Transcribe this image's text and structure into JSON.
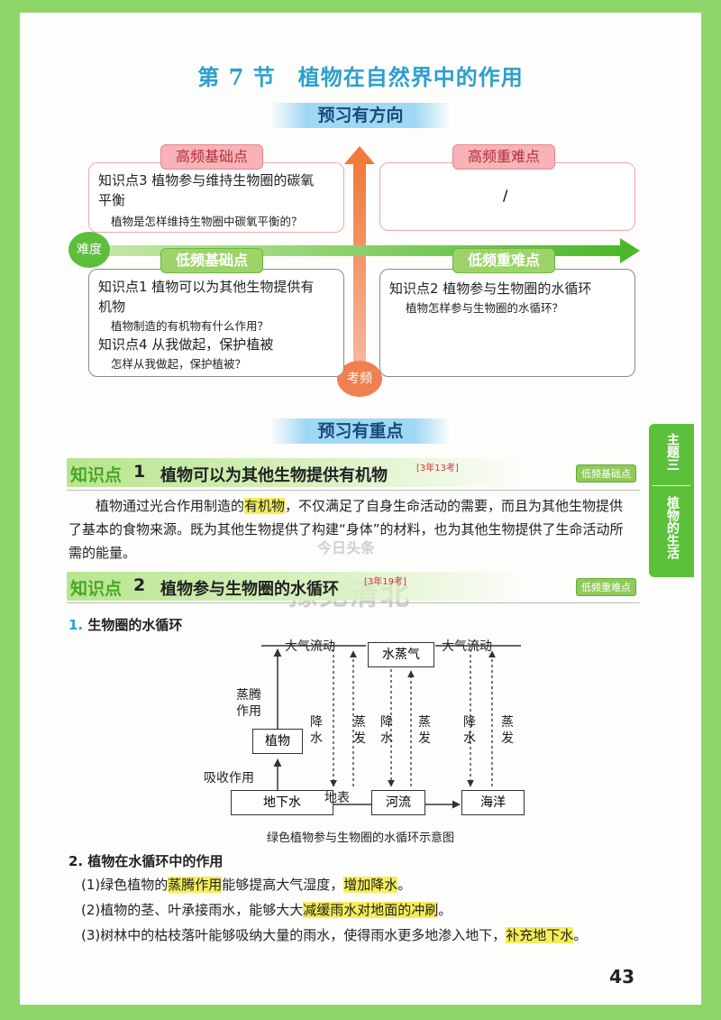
{
  "page_title": "第 7 节　植物在自然界中的作用",
  "preview_direction": {
    "banner": "预习有方向",
    "axis_y_label": "考频",
    "axis_x_label": "难度",
    "quadrants": {
      "high_basic": {
        "tag": "高频基础点",
        "lines": [
          "知识点3 植物参与维持生物圈的碳氧",
          "平衡"
        ],
        "question": "植物是怎样维持生物圈中碳氧平衡的？"
      },
      "high_hard": {
        "tag": "高频重难点",
        "content": "/"
      },
      "low_basic": {
        "tag": "低频基础点",
        "kp1_lines": [
          "知识点1 植物可以为其他生物提供有",
          "机物"
        ],
        "kp1_q": "植物制造的有机物有什么作用？",
        "kp4": "知识点4 从我做起，保护植被",
        "kp4_q": "怎样从我做起，保护植被？"
      },
      "low_hard": {
        "tag": "低频重难点",
        "kp2": "知识点2 植物参与生物圈的水循环",
        "kp2_q": "植物怎样参与生物圈的水循环？"
      }
    }
  },
  "preview_focus": {
    "banner": "预习有重点"
  },
  "side_tab": {
    "theme": "主题三",
    "chapter": "植物的生活"
  },
  "kp1": {
    "label": "知识点",
    "num": "1",
    "title": "植物可以为其他生物提供有机物",
    "sup": "[3年13考]",
    "freq": "低频基础点",
    "para_1": "植物通过光合作用制造的",
    "para_hl": "有机物",
    "para_2": "，不仅满足了自身生命活动的需要，而且为其他生物提供了基本的食物来源。既为其他生物提供了构建“身体”的材料，也为其他生物提供了生命活动所需的能量。"
  },
  "kp2": {
    "label": "知识点",
    "num": "2",
    "title": "植物参与生物圈的水循环",
    "sup": "[3年19考]",
    "freq": "低频重难点"
  },
  "section1": {
    "heading_num": "1.",
    "heading": "生物圈的水循环",
    "diagram": {
      "atm_flow_1": "大气流动",
      "atm_flow_2": "大气流动",
      "vapor": "水蒸气",
      "transpiration": [
        "蒸腾",
        "作用"
      ],
      "plant": "植物",
      "absorption": "吸收作用",
      "groundwater": "地下水",
      "surface": "地表",
      "river": "河流",
      "ocean": "海洋",
      "rain": [
        "降",
        "水"
      ],
      "evap": [
        "蒸",
        "发"
      ]
    },
    "caption": "绿色植物参与生物圈的水循环示意图"
  },
  "section2": {
    "heading": "2. 植物在水循环中的作用",
    "item1": {
      "a": "(1)绿色植物的",
      "hl1": "蒸腾作用",
      "b": "能够提高大气湿度，",
      "hl2": "增加降水",
      "c": "。"
    },
    "item2": {
      "a": "(2)植物的茎、叶承接雨水，能够大大",
      "hl1": "减缓雨水对地面的冲刷",
      "c": "。"
    },
    "item3": {
      "a": "(3)树林中的枯枝落叶能够吸纳大量的雨水，使得雨水更多地渗入地下，",
      "hl1": "补充地下水",
      "c": "。"
    }
  },
  "watermark": {
    "line1": "今日头条",
    "line2": "豫见清北"
  },
  "page_number": "43",
  "colors": {
    "accent_blue": "#2d9fcf",
    "green": "#5cc13a",
    "red_tag": "#f7b3b7",
    "highlight": "#f4ee5a"
  }
}
